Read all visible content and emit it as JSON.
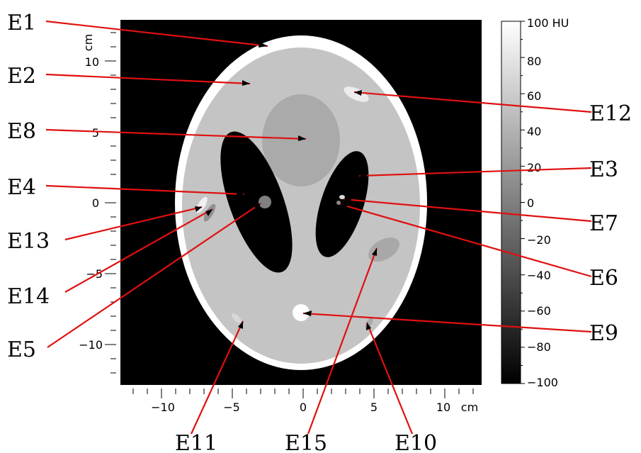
{
  "figure": {
    "xaxis": {
      "tick_labels": [
        "−10",
        "−5",
        "0",
        "5",
        "10"
      ],
      "unit": "cm"
    },
    "yaxis": {
      "tick_labels": [
        "10",
        "5",
        "0",
        "−5",
        "−10"
      ],
      "unit": "cm"
    },
    "colorbar": {
      "tick_labels": [
        "100 HU",
        "80",
        "60",
        "40",
        "20",
        "0",
        "−20",
        "−40",
        "−60",
        "−80",
        "−100"
      ],
      "range": [
        -100,
        100
      ],
      "colormap": "grayscale"
    },
    "ellipse_labels": [
      "E1",
      "E2",
      "E3",
      "E4",
      "E5",
      "E6",
      "E7",
      "E8",
      "E9",
      "E10",
      "E11",
      "E12",
      "E13",
      "E14",
      "E15"
    ],
    "colors": {
      "background": "#000000",
      "skull": "#ffffff",
      "brain": "#c4c4c4",
      "annotation": "#e01010"
    }
  }
}
